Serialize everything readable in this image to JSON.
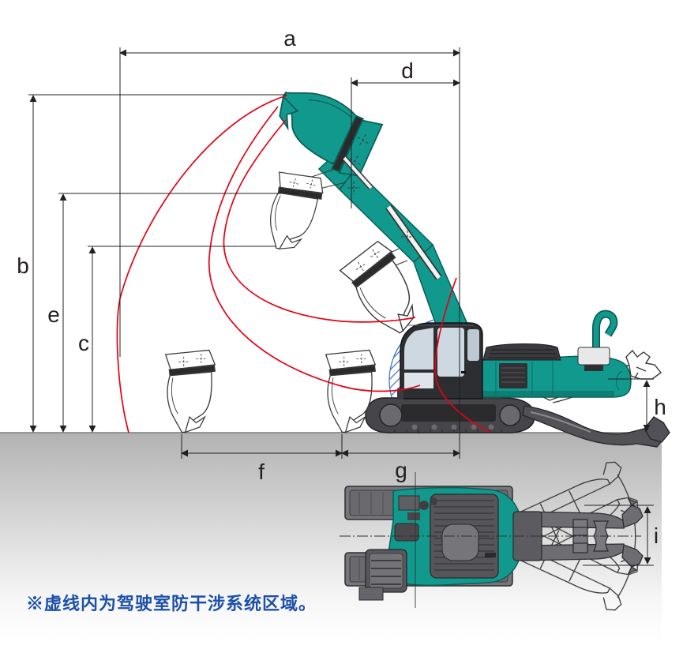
{
  "figure": {
    "dimension_labels": {
      "a": "a",
      "b": "b",
      "c": "c",
      "d": "d",
      "e": "e",
      "f": "f",
      "g": "g",
      "h": "h",
      "i": "i"
    },
    "footnote": "※虚线内为驾驶室防干涉系统区域。",
    "colors": {
      "machine_teal": "#12998e",
      "machine_teal_outline": "#0b5e57",
      "working_range_red": "#e60012",
      "interference_zone_blue": "#3a70c2",
      "dimension_line": "#231f20",
      "footnote_text": "#1b4fa9",
      "ground_gray": "#b4b4b4",
      "cab_glass": "#cdd8e1"
    },
    "icons": {
      "side_view": "excavator-side-view",
      "top_view": "excavator-top-view",
      "interference_zone": "cab-interference-hatch-zone",
      "working_range": "working-range-envelope-arcs"
    }
  }
}
